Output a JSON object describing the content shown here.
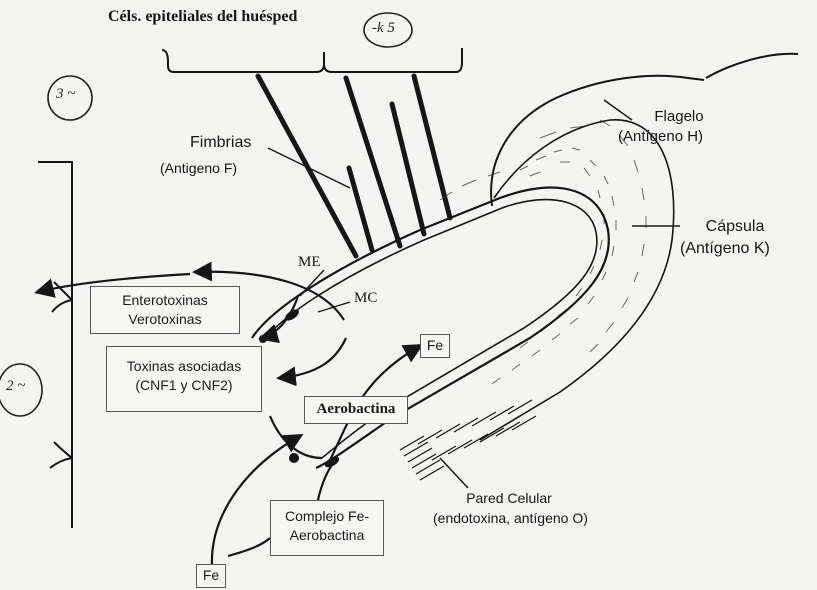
{
  "labels": {
    "host_cells": "Céls. epiteliales del huésped",
    "fimbrias_1": "Fimbrias",
    "fimbrias_2": "(Antigeno F)",
    "flagelo_1": "Flagelo",
    "flagelo_2": "(Antígeno H)",
    "capsula_1": "Cápsula",
    "capsula_2": "(Antígeno K)",
    "me": "ME",
    "mc": "MC",
    "pared_1": "Pared Celular",
    "pared_2": "(endotoxina, antígeno O)",
    "aerobactina": "Aerobactina"
  },
  "boxes": {
    "enterotoxinas_1": "Enterotoxinas",
    "enterotoxinas_2": "Verotoxinas",
    "toxinas_1": "Toxinas asociadas",
    "toxinas_2": "(CNF1 y CNF2)",
    "complejo_1": "Complejo Fe-",
    "complejo_2": "Aerobactina",
    "fe_top": "Fe",
    "fe_bottom": "Fe"
  },
  "handwriting": {
    "note_top": "-k 5",
    "note_left_top": "3 ~",
    "note_left_mid": "2 ~"
  },
  "colors": {
    "ink": "#161616",
    "background": "#f4f4f2",
    "box_border": "#555555"
  }
}
